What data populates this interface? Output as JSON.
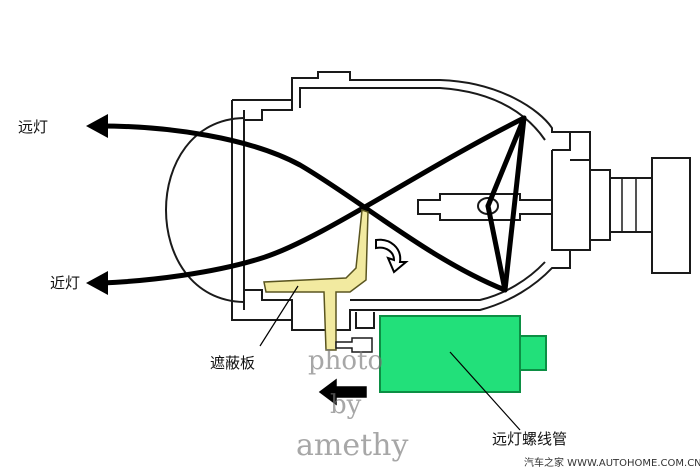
{
  "labels": {
    "high_beam": "远灯",
    "low_beam": "近灯",
    "shield": "遮蔽板",
    "solenoid": "远灯螺线管"
  },
  "watermark": {
    "line1": "photo",
    "line2": "by",
    "line3": "amethy"
  },
  "site_mark": "汽车之家 WWW.AUTOHOME.COM.CN",
  "colors": {
    "outline": "#1a1a1a",
    "shield_fill": "#f2eaa0",
    "solenoid_fill": "#22e07a",
    "solenoid_dark": "#0c8f44",
    "beam": "#000000",
    "watermark": "#8a8a8a"
  },
  "icons": {
    "rotation_arrow": "curved-arrow-icon",
    "push_arrow": "left-arrow-icon"
  }
}
